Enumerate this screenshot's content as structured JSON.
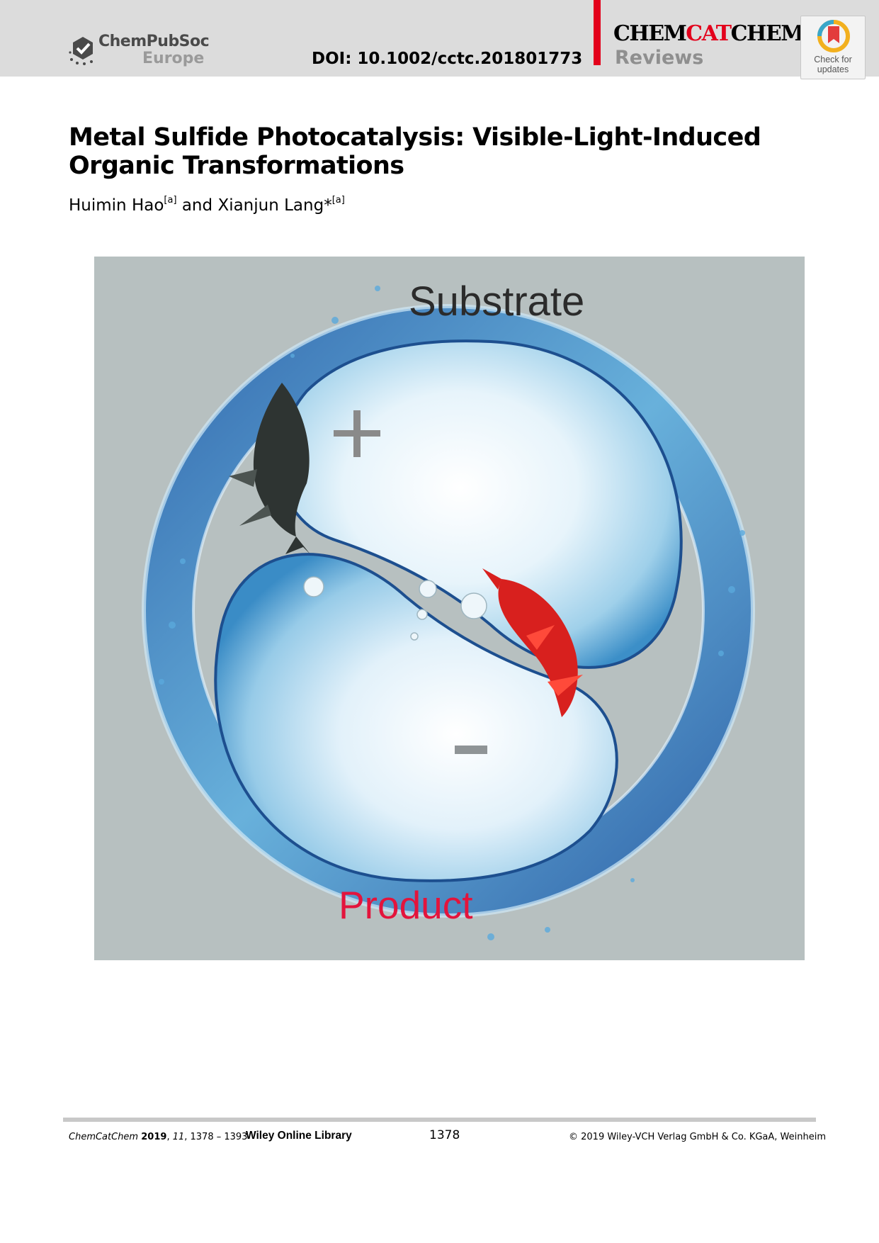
{
  "header": {
    "society_name": "ChemPubSoc",
    "society_region": "Europe",
    "doi": "DOI: 10.1002/cctc.201801773",
    "journal_prefix": "CHEM",
    "journal_middle": "CAT",
    "journal_suffix": "CHEM",
    "article_type": "Reviews",
    "check_updates_line1": "Check for",
    "check_updates_line2": "updates",
    "accent_color": "#e3001b"
  },
  "article": {
    "title": "Metal Sulfide Photocatalysis: Visible-Light-Induced Organic Transformations",
    "author1": "Huimin Hao",
    "author1_affil": "[a]",
    "author_join": " and ",
    "author2": "Xianjun Lang*",
    "author2_affil": "[a]"
  },
  "figure": {
    "label_top": "Substrate",
    "label_bottom": "Product",
    "sign_plus": "+",
    "sign_minus": "−"
  },
  "footer": {
    "journal_italic": "ChemCatChem",
    "year": "2019",
    "volume": "11",
    "pages": ", 1378 – 1393",
    "library": "Wiley Online Library",
    "page_number": "1378",
    "copyright": "© 2019 Wiley-VCH Verlag GmbH & Co. KGaA, Weinheim"
  }
}
